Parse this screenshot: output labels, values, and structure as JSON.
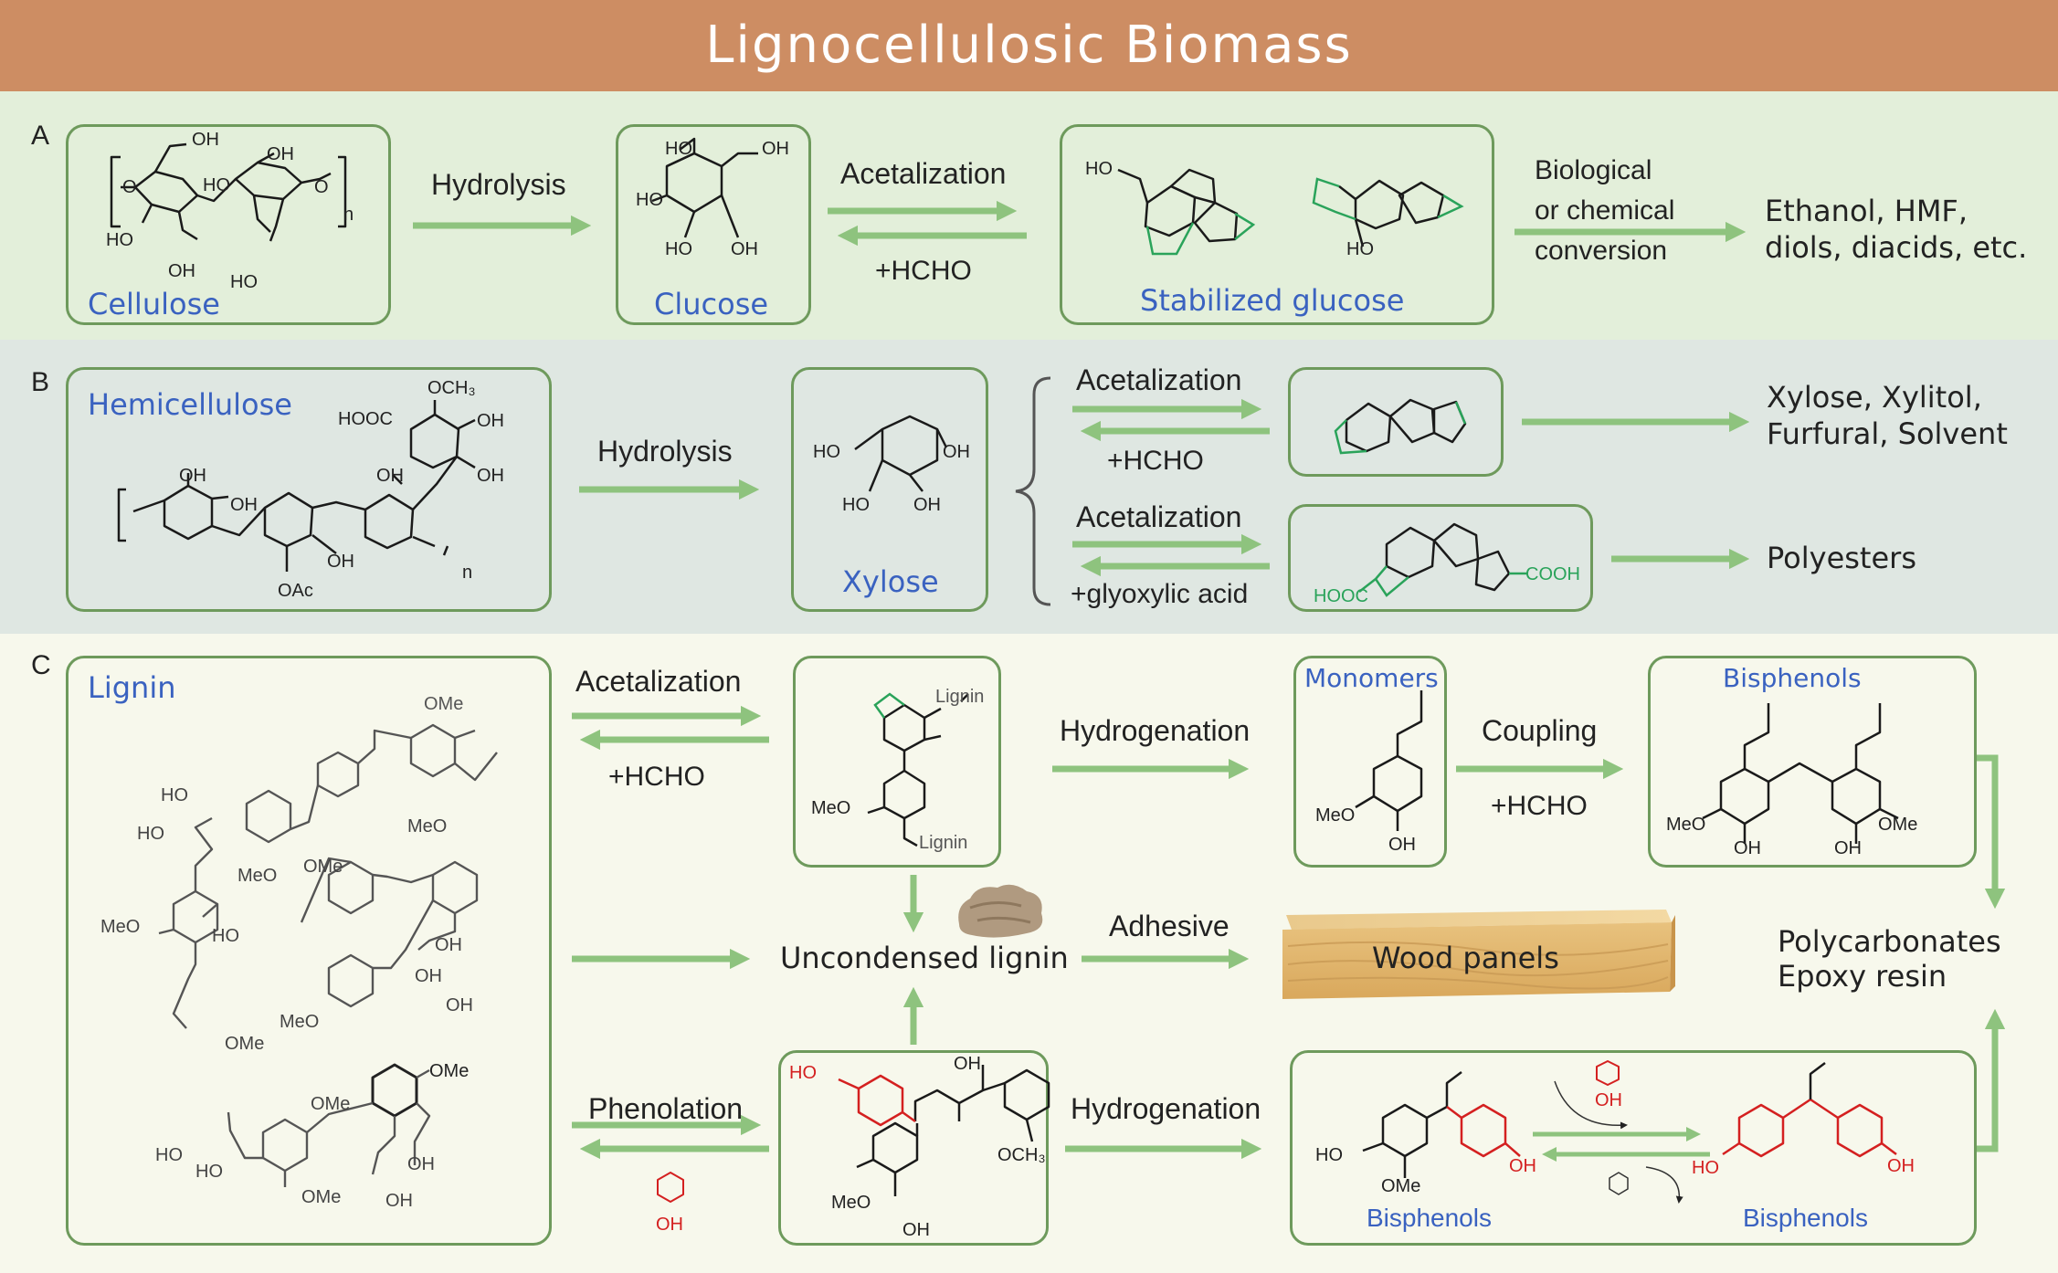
{
  "title": "Lignocellulosic  Biomass",
  "sections": {
    "a": "A",
    "b": "B",
    "c": "C"
  },
  "colors": {
    "header": "#cd8d63",
    "box_border": "#6e9a5c",
    "arrow": "#8ec37e",
    "label_blue": "#3a62c0",
    "acetal_green": "#2aa35a",
    "phenol_red": "#d42020"
  },
  "row_a": {
    "cellulose": "Cellulose",
    "hydrolysis": "Hydrolysis",
    "glucose": "Clucose",
    "acetalization": "Acetalization",
    "hcho": "+HCHO",
    "stabilized": "Stabilized glucose",
    "conversion": [
      "Biological",
      "or chemical",
      "conversion"
    ],
    "products": [
      "Ethanol, HMF,",
      "diols, diacids, etc."
    ]
  },
  "row_b": {
    "hemicellulose": "Hemicellulose",
    "hydrolysis": "Hydrolysis",
    "xylose": "Xylose",
    "acetalization_1": "Acetalization",
    "hcho": "+HCHO",
    "acetalization_2": "Acetalization",
    "glyoxylic": "+glyoxylic acid",
    "products_1": [
      "Xylose, Xylitol,",
      "Furfural, Solvent"
    ],
    "products_2": "Polyesters"
  },
  "row_c": {
    "lignin": "Lignin",
    "acetalization": "Acetalization",
    "hcho_1": "+HCHO",
    "hydrogenation_1": "Hydrogenation",
    "monomers": "Monomers",
    "coupling": "Coupling",
    "hcho_2": "+HCHO",
    "bisphenols_top": "Bisphenols",
    "uncondensed": "Uncondensed lignin",
    "adhesive": "Adhesive",
    "wood_panels": "Wood panels",
    "final_products": [
      "Polycarbonates",
      "Epoxy resin"
    ],
    "phenolation": "Phenolation",
    "hydrogenation_2": "Hydrogenation",
    "bisphenols_left": "Bisphenols",
    "bisphenols_right": "Bisphenols"
  },
  "chem_labels": {
    "oh": "OH",
    "ho": "HO",
    "o": "O",
    "n": "n",
    "meo": "MeO",
    "ome": "OMe",
    "oac": "OAc",
    "och3": "OCH₃",
    "hooc": "HOOC",
    "cooh": "COOH",
    "lignin_text": "Lignin",
    "och3_b": "OCH₃"
  }
}
